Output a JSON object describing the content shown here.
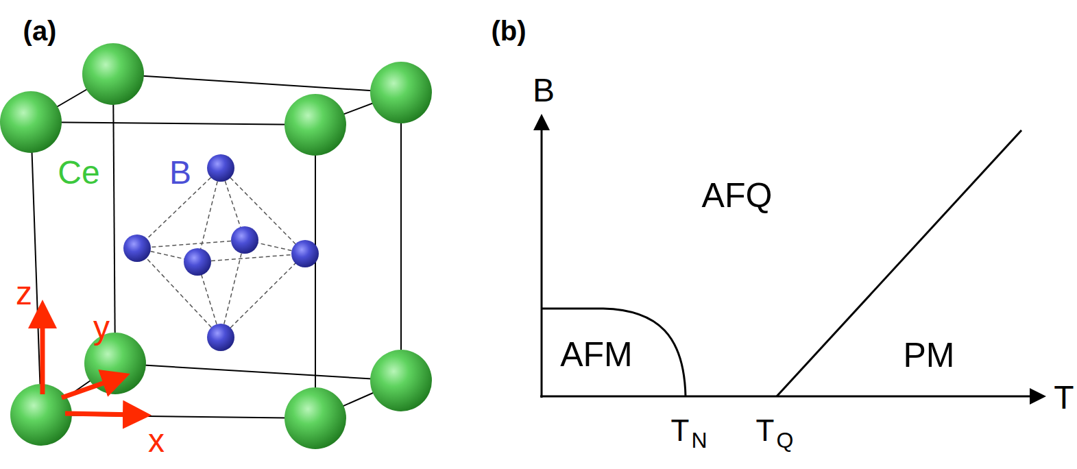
{
  "diagram": {
    "labels": [
      "(a)",
      "(b)",
      "B",
      "Ce",
      "B",
      "z",
      "y",
      "x",
      "AFQ",
      "AFM",
      "PM",
      "T",
      "N",
      "T",
      "Q",
      "T"
    ]
  }
}
